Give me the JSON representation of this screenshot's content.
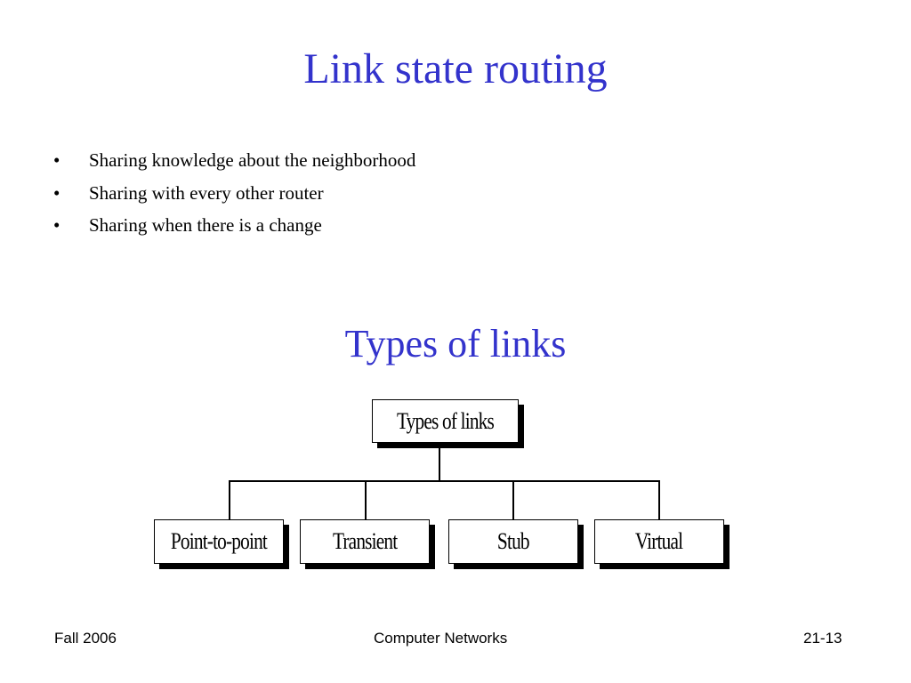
{
  "slide": {
    "title": "Link state routing",
    "bullets": [
      "Sharing knowledge about the neighborhood",
      "Sharing with every other router",
      "Sharing when there is a change"
    ],
    "subtitle": "Types of links"
  },
  "diagram": {
    "root": "Types of links",
    "children": [
      "Point-to-point",
      "Transient",
      "Stub",
      "Virtual"
    ]
  },
  "footer": {
    "left": "Fall 2006",
    "center": "Computer Networks",
    "right": "21-13"
  },
  "colors": {
    "title": "#3333cc",
    "text": "#000000",
    "background": "#ffffff"
  }
}
